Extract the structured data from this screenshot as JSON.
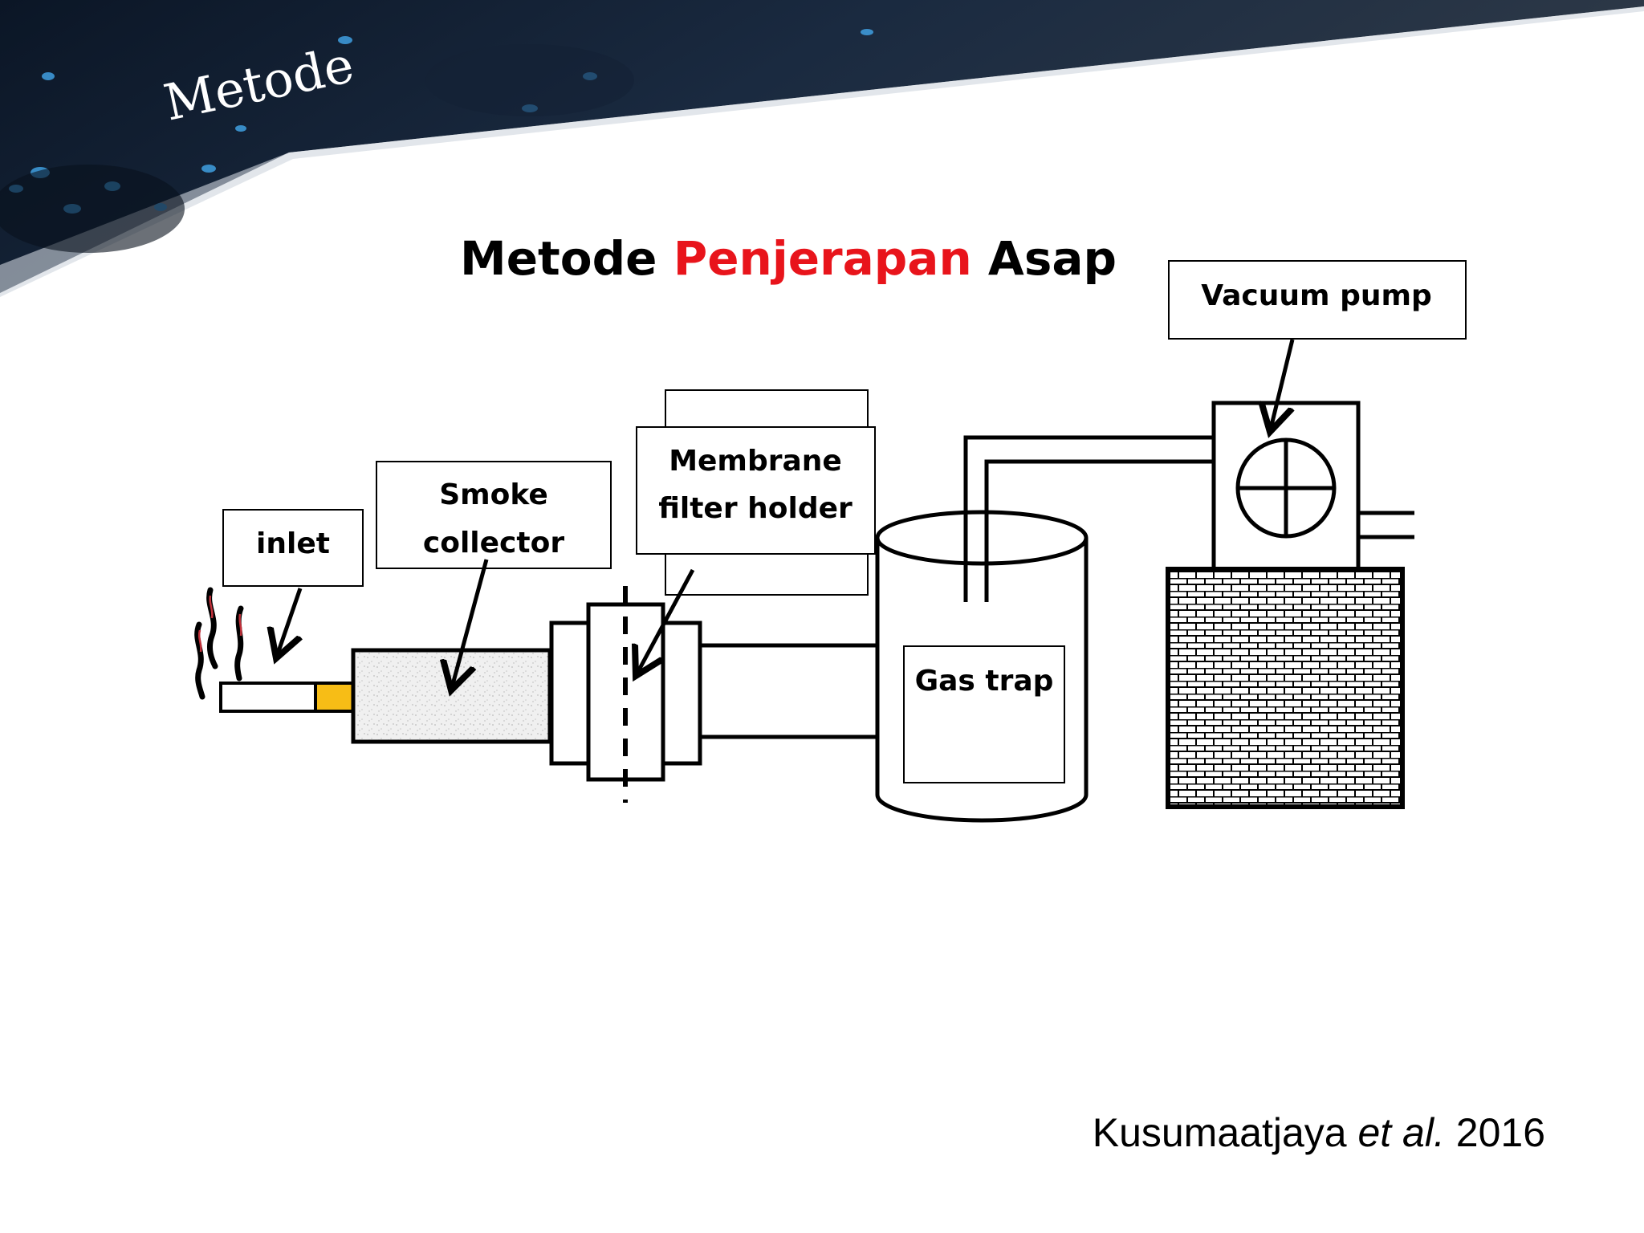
{
  "header": {
    "title": "Metode"
  },
  "slide": {
    "title": {
      "part1": "Metode ",
      "highlight": "Penjerapan",
      "part2": " Asap"
    },
    "citation": {
      "author": "Kusumaatjaya ",
      "etal": "et al.",
      "year": " 2016"
    }
  },
  "diagram": {
    "labels": {
      "inlet": "inlet",
      "smoke_line1": "Smoke",
      "smoke_line2": "collector",
      "membrane_line1": "Membrane",
      "membrane_line2": "filter holder",
      "gas_trap": "Gas trap",
      "vacuum_pump": "Vacuum pump"
    }
  },
  "colors": {
    "title_highlight": "#e8141b",
    "cigarette_filter": "#f7bd16",
    "header_dark": "#0e1a2c",
    "header_dots": "#3f9fe0"
  }
}
